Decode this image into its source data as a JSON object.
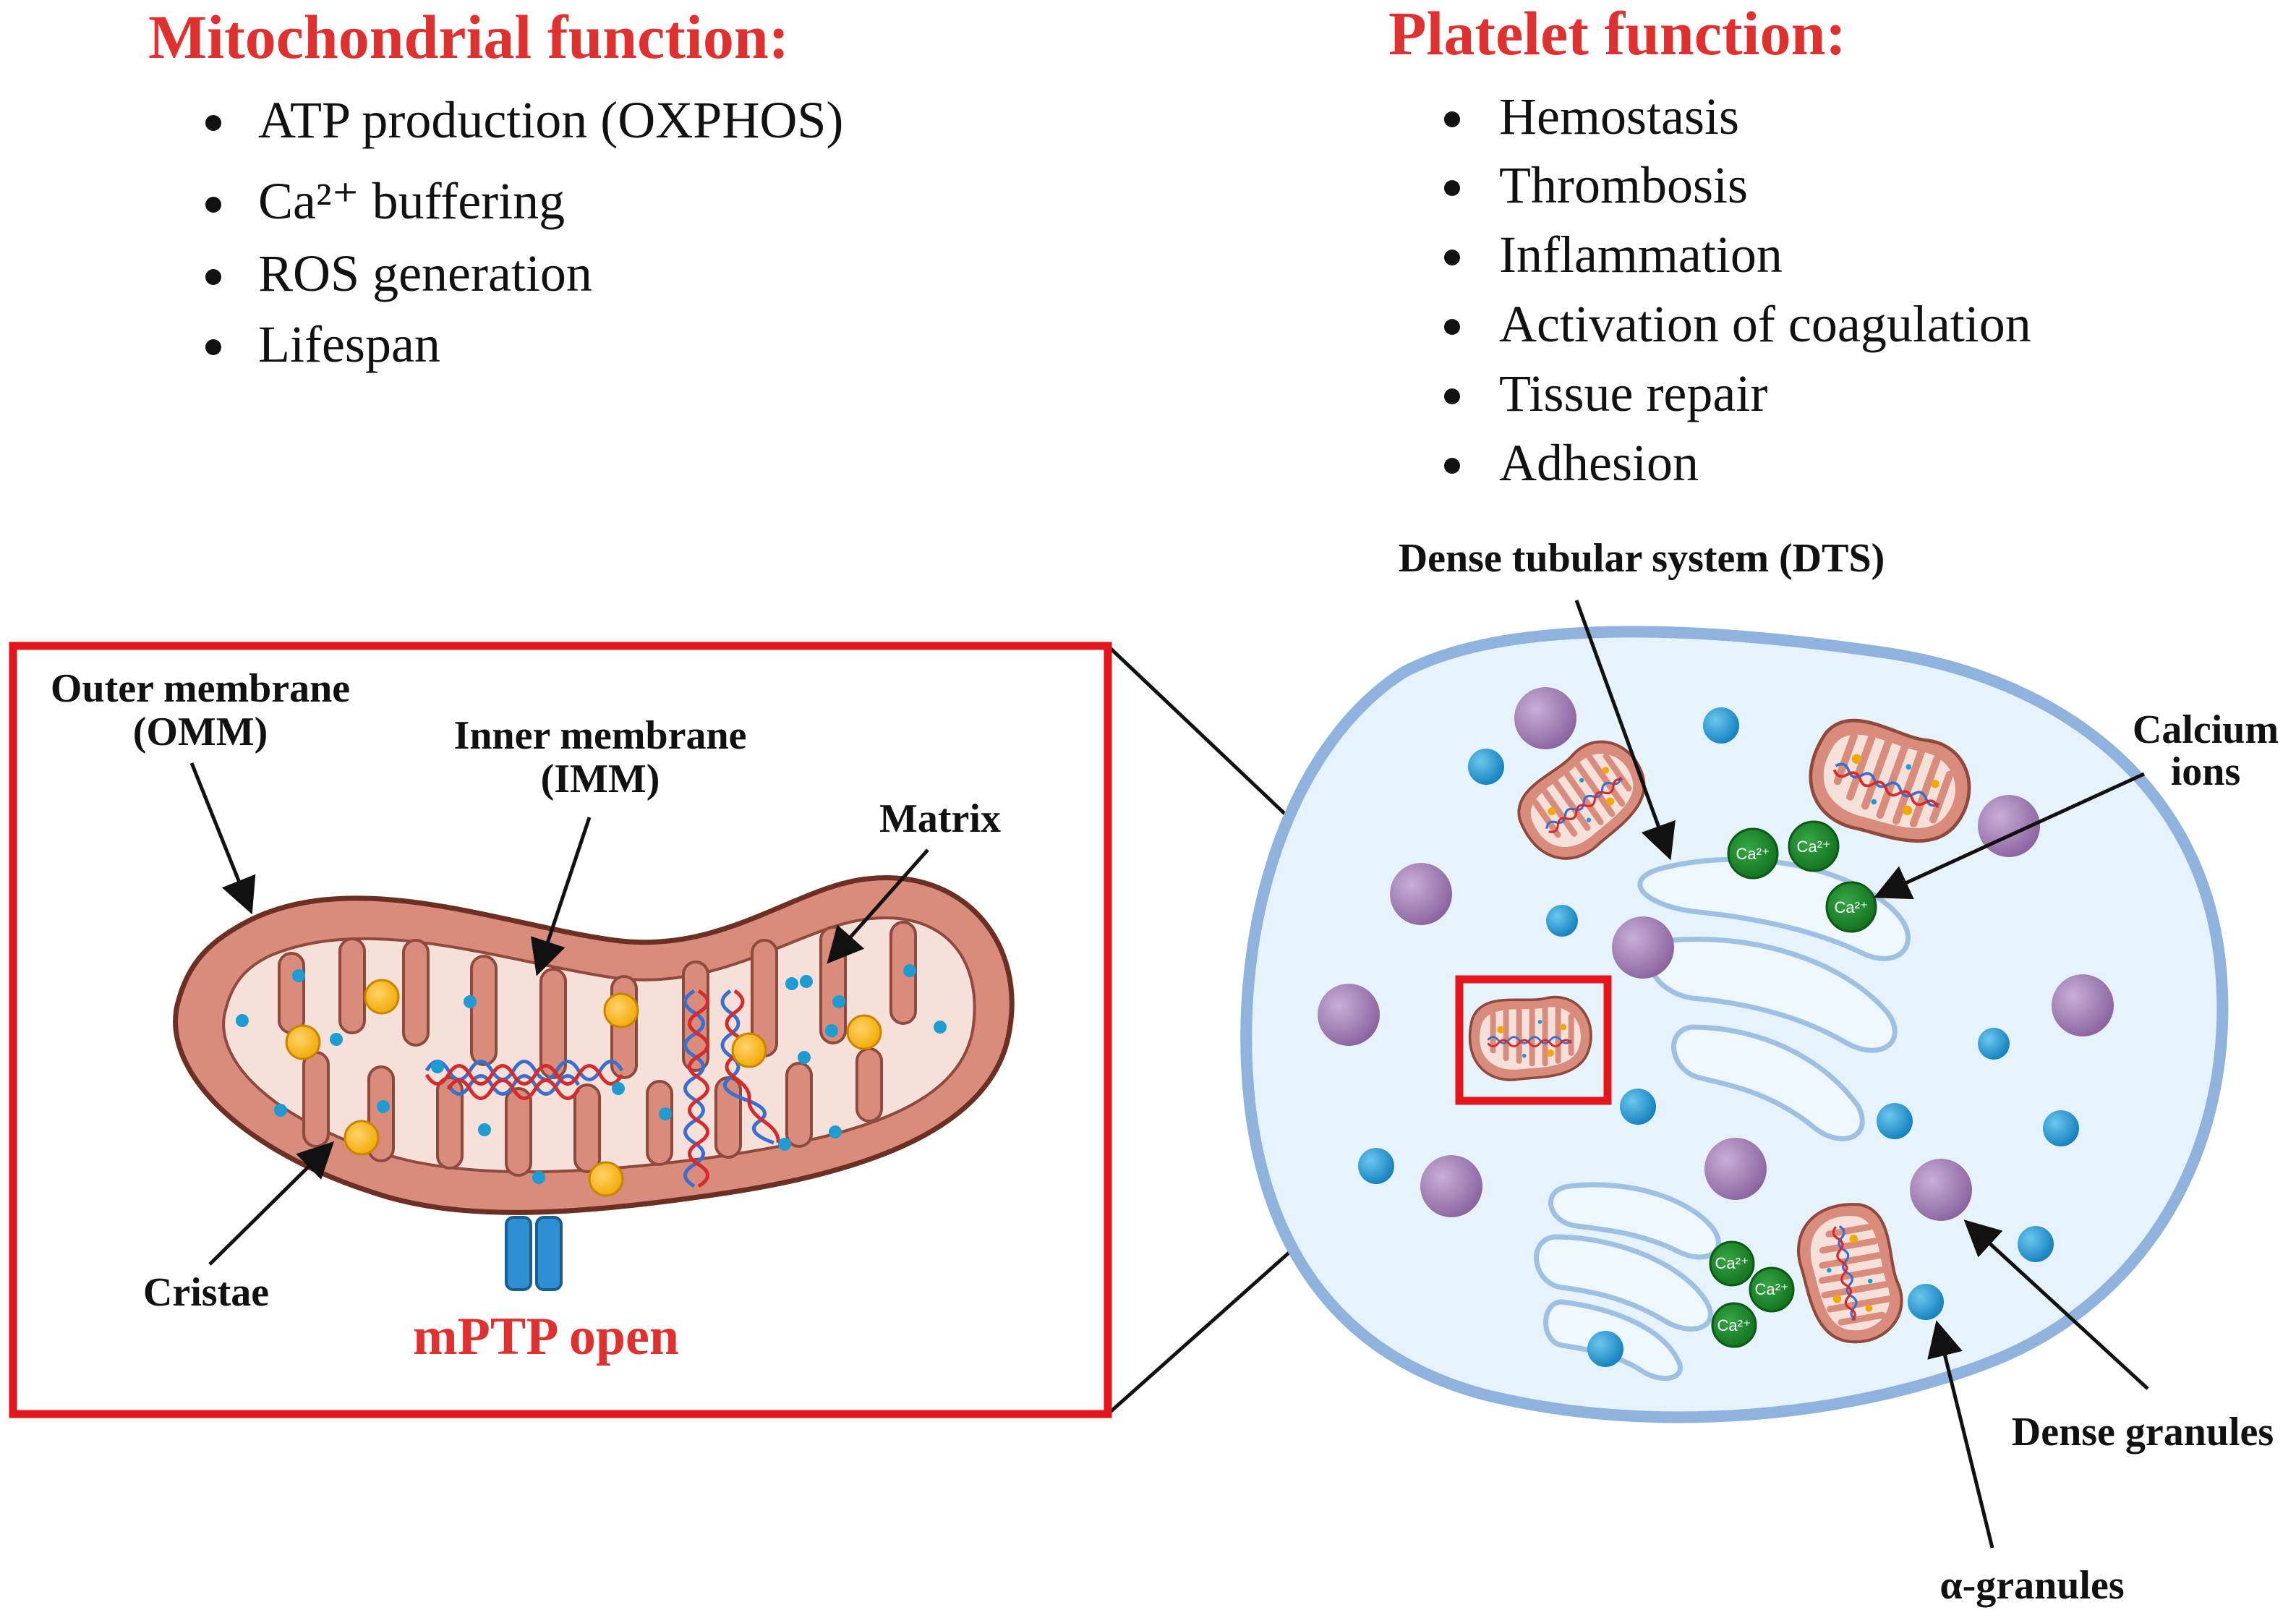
{
  "mito_function": {
    "title": "Mitochondrial function:",
    "items": [
      "ATP production (OXPHOS)",
      "Ca²⁺ buffering",
      "ROS generation",
      "Lifespan"
    ]
  },
  "platelet_function": {
    "title": "Platelet function:",
    "items": [
      "Hemostasis",
      "Thrombosis",
      "Inflammation",
      "Activation of coagulation",
      "Tissue repair",
      "Adhesion"
    ]
  },
  "mito_labels": {
    "outer_line1": "Outer membrane",
    "outer_line2": "(OMM)",
    "inner_line1": "Inner membrane",
    "inner_line2": "(IMM)",
    "matrix": "Matrix",
    "cristae": "Cristae",
    "mptp": "mPTP open"
  },
  "platelet_labels": {
    "dts": "Dense tubular system (DTS)",
    "calcium_line1": "Calcium",
    "calcium_line2": "ions",
    "dense_granules": "Dense granules",
    "alpha_granules": "α-granules",
    "ca_symbol": "Ca²⁺"
  },
  "colors": {
    "title_red": "#e03131",
    "highlight_box": "#e3161b",
    "mito_outer": "#d98b7c",
    "mito_inner": "#f6e0da",
    "platelet_fill": "#e6f3fc",
    "platelet_border": "#8fb3dc",
    "dense_granule": "#9b76ad",
    "alpha_granule": "#1f9bd2",
    "calcium": "#1e8b2a",
    "mptp_channel": "#2f8fd0"
  }
}
